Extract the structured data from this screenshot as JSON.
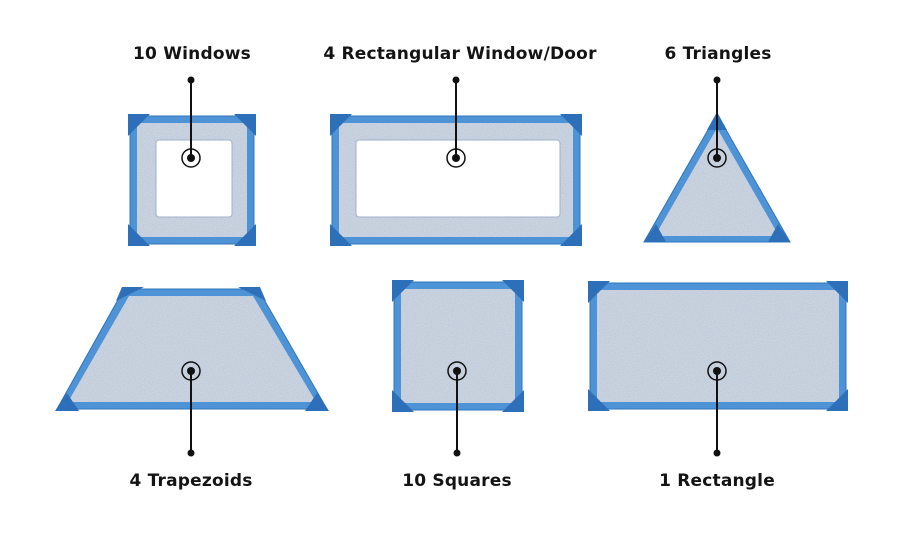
{
  "colors": {
    "frame": "#4d93d6",
    "frame_dark": "#2f74bc",
    "corner": "#2d6fb8",
    "felt": "#b7c4d6",
    "window": "#ffffff",
    "line": "#111111",
    "text": "#141414"
  },
  "pieces": [
    {
      "id": "windows",
      "label": "10 Windows"
    },
    {
      "id": "rect-window-door",
      "label": "4 Rectangular Window/Door"
    },
    {
      "id": "triangles",
      "label": "6 Triangles"
    },
    {
      "id": "trapezoids",
      "label": "4 Trapezoids"
    },
    {
      "id": "squares",
      "label": "10 Squares"
    },
    {
      "id": "rectangle",
      "label": "1 Rectangle"
    }
  ]
}
